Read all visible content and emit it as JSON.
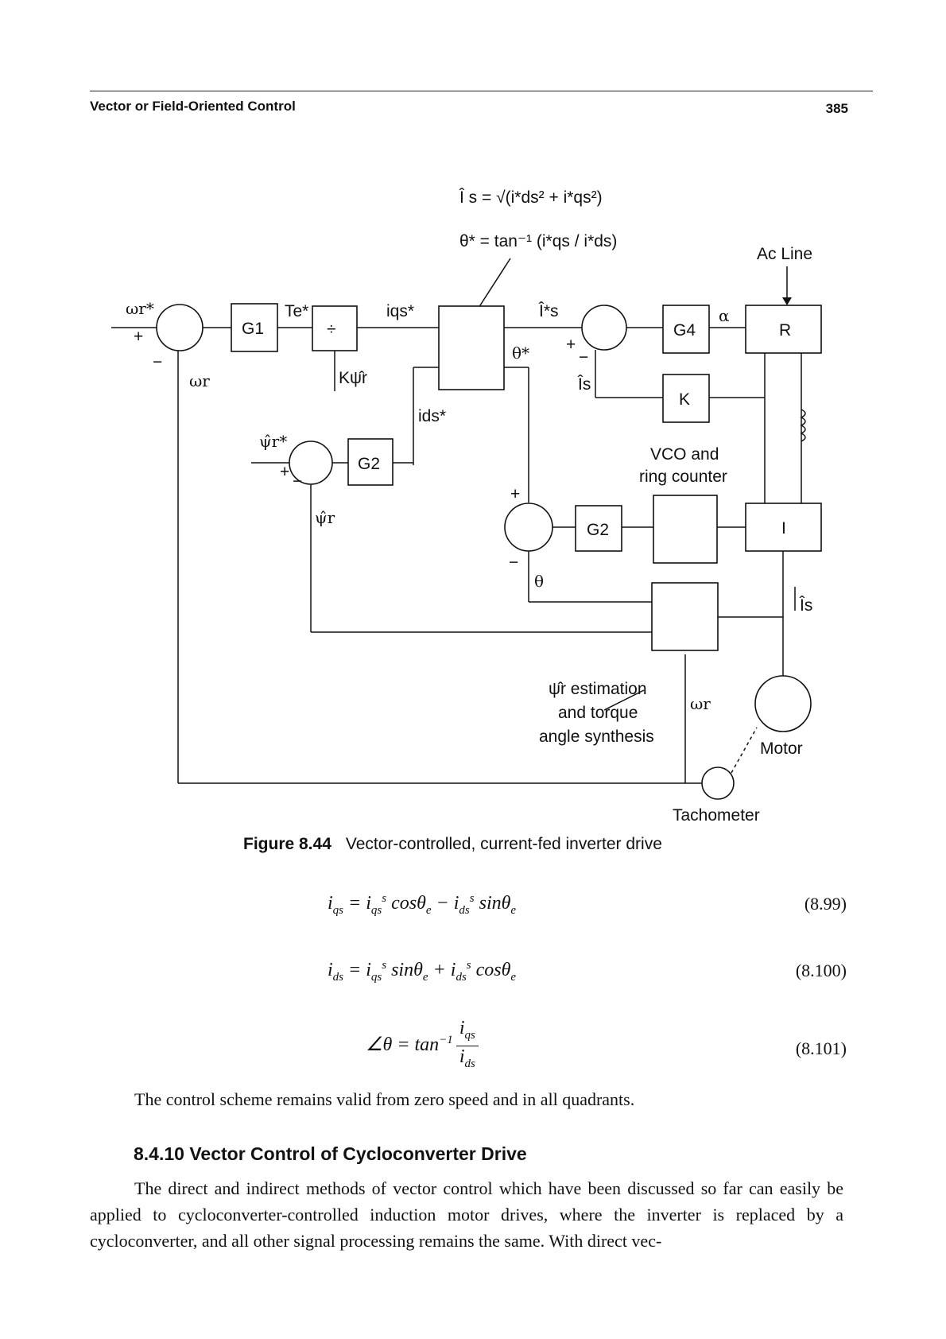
{
  "header": {
    "running_head": "Vector or Field-Oriented Control",
    "page_number": "385"
  },
  "figure": {
    "formula_is": "Î s = √(i*ds² + i*qs²)",
    "formula_theta": "θ* = tan⁻¹ (i*qs / i*ds)",
    "ac_line": "Ac Line",
    "blocks": {
      "g1": "G1",
      "div": "÷",
      "g4": "G4",
      "k": "K",
      "r": "R",
      "g2_flux": "G2",
      "g2_angle": "G2",
      "i": "I"
    },
    "labels": {
      "omega_r_star": "ωr*",
      "omega_r": "ωr",
      "te_star": "Te*",
      "iqs_star": "iqs*",
      "k_psi": "Kψ̂r",
      "ids_star": "ids*",
      "is_hat_star": "Î*s",
      "theta_star": "θ*",
      "alpha": "α",
      "is_hat": "Îs",
      "psi_r_star": "ψ̂r*",
      "psi_r": "ψ̂r",
      "theta": "θ",
      "vco": "VCO and",
      "ring": "ring counter",
      "est1": "ψ̂r estimation",
      "est2": "and torque",
      "est3": "angle synthesis",
      "omega_r_tacho": "ωr",
      "motor": "Motor",
      "tachometer": "Tachometer",
      "is_hat_out": "Îs",
      "plus": "+",
      "minus": "−"
    },
    "caption_label": "Figure 8.44",
    "caption_text": "Vector-controlled, current-fed inverter drive"
  },
  "equations": [
    {
      "lhs": "i",
      "lhs_sub": "qs",
      "rhs": "= i",
      "number": "(8.99)"
    },
    {
      "lhs": "i",
      "lhs_sub": "ds",
      "number": "(8.100)"
    },
    {
      "number": "(8.101)"
    }
  ],
  "text": {
    "para1": "The control scheme remains valid from zero speed and in all quadrants.",
    "section_title": "8.4.10  Vector Control of Cycloconverter Drive",
    "para2": "The direct and indirect methods of vector control which have been discussed so far can easily be applied to cycloconverter-controlled induction motor drives, where the inverter is replaced by a cycloconverter, and all other signal processing remains the same. With direct vec-"
  }
}
